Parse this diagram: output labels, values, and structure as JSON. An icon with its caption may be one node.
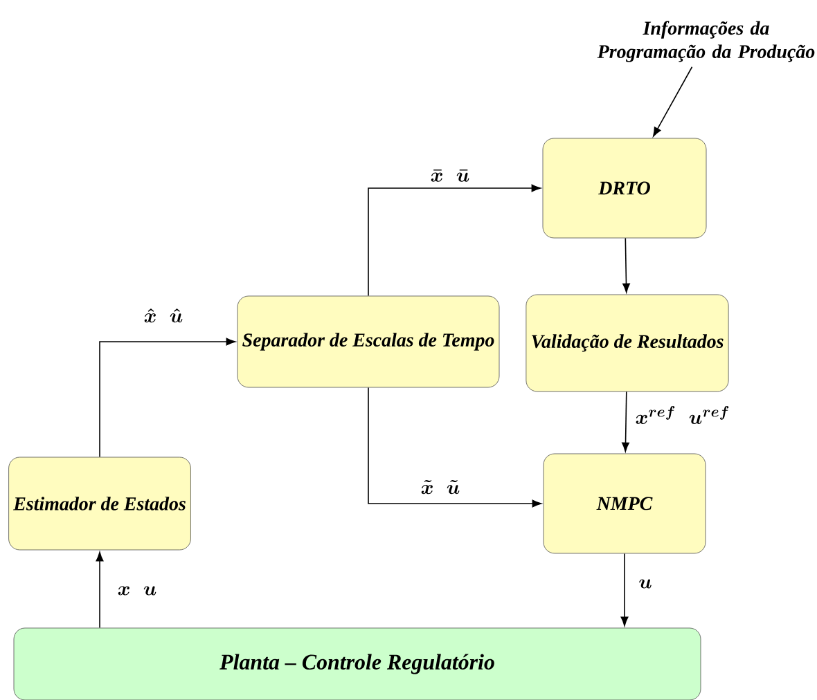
{
  "diagram": {
    "nodes": [
      {
        "text": [
          "Informações da Programação da Produção"
        ]
      },
      {
        "text": [
          "DRTO"
        ]
      },
      {
        "text": [
          "Separador de Escalas de Tempo"
        ]
      },
      {
        "text": [
          "Validação de Resultados"
        ]
      },
      {
        "text": [
          "Estimador de Estados"
        ]
      },
      {
        "text": [
          "NMPC"
        ]
      },
      {
        "text": [
          "Planta – Controle Regulatório"
        ]
      }
    ],
    "edges": [
      {
        "from": 0,
        "to": 1,
        "arrow": "to"
      },
      {
        "from": 2,
        "to": 1,
        "arrow": "to",
        "label": "\\bar{x}\\;\\;\\bar{u}"
      },
      {
        "from": 1,
        "to": 3,
        "arrow": "to"
      },
      {
        "from": 3,
        "to": 5,
        "arrow": "to",
        "label": "x^{ref}\\;\\;u^{ref}"
      },
      {
        "from": 4,
        "to": 2,
        "arrow": "to",
        "label": "\\hat{x}\\;\\;\\hat{u}"
      },
      {
        "from": 2,
        "to": 5,
        "arrow": "to",
        "label": "\\tilde{x}\\;\\;\\tilde{u}"
      },
      {
        "from": 5,
        "to": 6,
        "arrow": "to",
        "label": "u"
      },
      {
        "from": 6,
        "to": 4,
        "arrow": "to",
        "label": "x\\;\\;u"
      }
    ]
  }
}
